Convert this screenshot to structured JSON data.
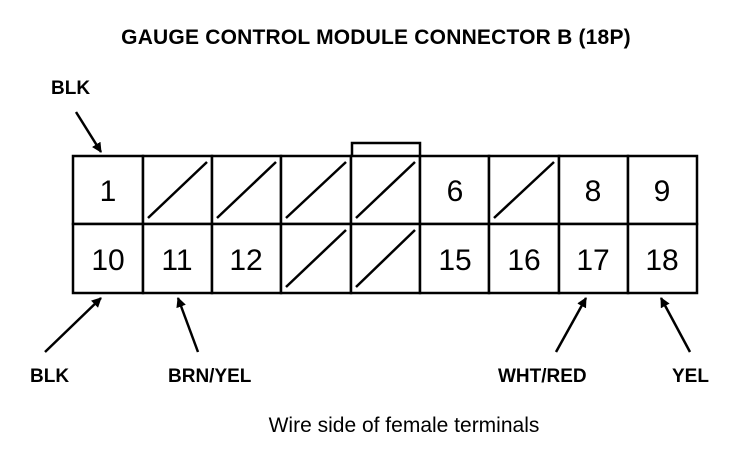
{
  "title": "GAUGE CONTROL MODULE CONNECTOR B (18P)",
  "caption": "Wire side of female terminals",
  "top_row": [
    {
      "pin": "1"
    },
    {
      "pin": ""
    },
    {
      "pin": ""
    },
    {
      "pin": ""
    },
    {
      "pin": ""
    },
    {
      "pin": "6"
    },
    {
      "pin": ""
    },
    {
      "pin": "8"
    },
    {
      "pin": "9"
    }
  ],
  "bottom_row": [
    {
      "pin": "10"
    },
    {
      "pin": "11"
    },
    {
      "pin": "12"
    },
    {
      "pin": ""
    },
    {
      "pin": ""
    },
    {
      "pin": "15"
    },
    {
      "pin": "16"
    },
    {
      "pin": "17"
    },
    {
      "pin": "18"
    }
  ],
  "wire_labels": {
    "pin1": "BLK",
    "pin10": "BLK",
    "pin11": "BRN/YEL",
    "pin17": "WHT/RED",
    "pin18": "YEL"
  }
}
